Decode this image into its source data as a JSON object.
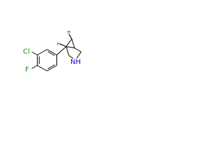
{
  "molecule": {
    "atoms": {
      "chlorine": "Cl",
      "fluorine": "F",
      "nitrogen_hydrogen": "NH",
      "stereo_top": "H",
      "stereo_left": "H"
    },
    "colors": {
      "bond": "#000000",
      "chlorine": "#00a000",
      "fluorine": "#00a000",
      "nitrogen": "#0000ff",
      "stereo": "#000000"
    }
  }
}
